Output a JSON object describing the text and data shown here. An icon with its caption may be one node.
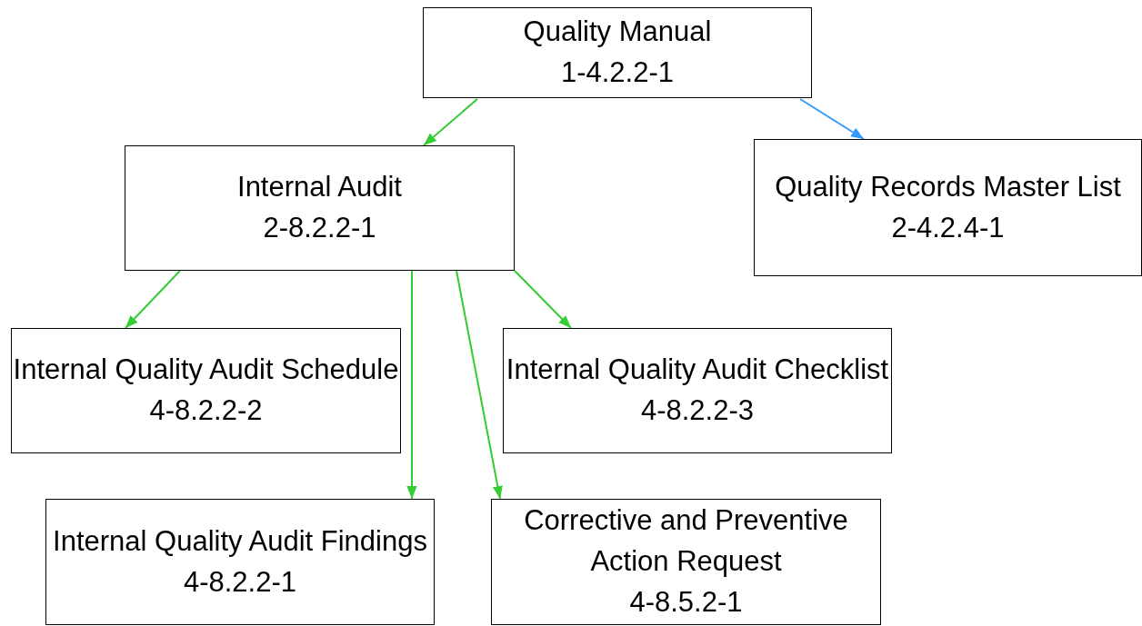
{
  "diagram": {
    "nodes": [
      {
        "text": [
          "Quality Manual",
          "1-4.2.2-1"
        ]
      },
      {
        "text": [
          "Internal Audit",
          "2-8.2.2-1"
        ]
      },
      {
        "text": [
          "Quality Records Master List",
          "2-4.2.4-1"
        ]
      },
      {
        "text": [
          "Internal Quality Audit Schedule",
          "4-8.2.2-2"
        ]
      },
      {
        "text": [
          "Internal Quality Audit Checklist",
          "4-8.2.2-3"
        ]
      },
      {
        "text": [
          "Internal Quality Audit Findings",
          "4-8.2.2-1"
        ]
      },
      {
        "text": [
          "Corrective and Preventive Action Request",
          "4-8.5.2-1"
        ]
      }
    ],
    "edges": [
      {
        "from": 0,
        "to": 1,
        "arrow": "to"
      },
      {
        "from": 0,
        "to": 2,
        "arrow": "to",
        "color": "#3399ff"
      },
      {
        "from": 1,
        "to": 3,
        "arrow": "to"
      },
      {
        "from": 1,
        "to": 5,
        "arrow": "to"
      },
      {
        "from": 1,
        "to": 6,
        "arrow": "to"
      },
      {
        "from": 1,
        "to": 4,
        "arrow": "to"
      }
    ]
  }
}
